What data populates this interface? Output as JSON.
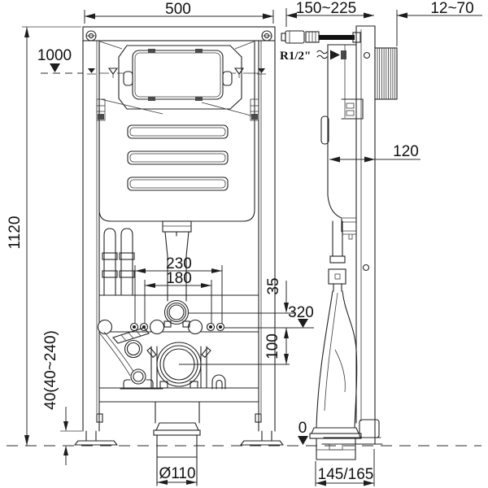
{
  "drawing_type": "wall-hung toilet concealed cistern frame installation diagram, front and side view",
  "colors": {
    "line": "#232323",
    "background": "#ffffff",
    "cap_fill_light": "#cccccc",
    "flange_fill_dark": "#8a8a8a",
    "hose_fill": "#111111"
  },
  "front_view": {
    "width_label": "500",
    "height_label": "1120",
    "water_level_label": "1000",
    "bolt_spacing_outer_label": "230",
    "bolt_spacing_inner_label": "180",
    "flush_bend_offset_label": "35",
    "supply_height_label": "320",
    "drain_center_height_label": "100",
    "leg_adjust_label": "40(40~240)",
    "drain_diameter_label": "Ø110"
  },
  "side_view": {
    "depth_adjust_label": "150~225",
    "wall_finish_label": "12~70",
    "frame_depth_label": "120",
    "inlet_thread_label": "R1/2\"",
    "floor_level_label": "0",
    "outlet_distance_label": "145/165"
  }
}
